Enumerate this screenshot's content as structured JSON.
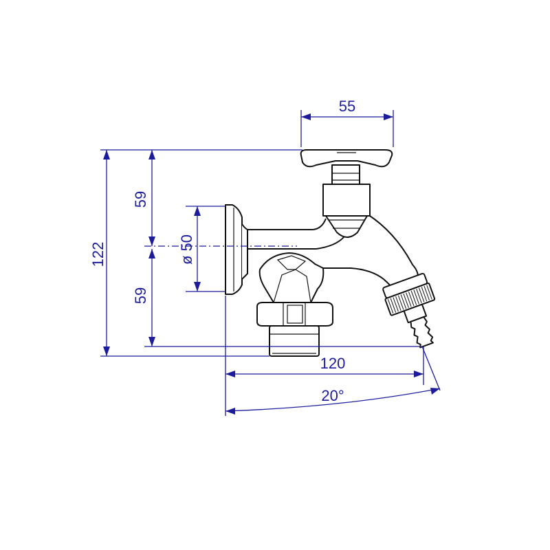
{
  "drawing": {
    "dimensions": {
      "handle_width": "55",
      "total_height": "122",
      "upper_height": "59",
      "lower_height": "59",
      "flange_diameter": "ø 50",
      "spout_reach": "120",
      "outlet_angle": "20°"
    },
    "colors": {
      "dimension": "#1c1c9c",
      "outline": "#111111",
      "background": "#ffffff"
    }
  }
}
